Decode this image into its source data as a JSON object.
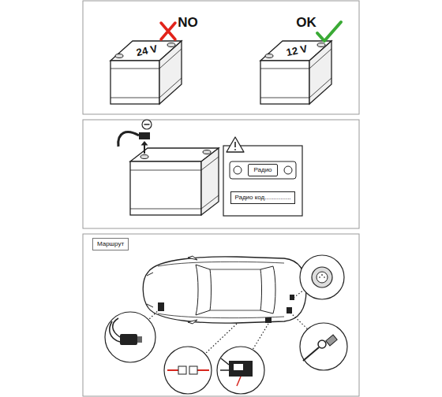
{
  "diagram": {
    "nodes": [
      {
        "text": [
          "Радио"
        ]
      },
      {
        "text": [
          "Радио код..............."
        ]
      },
      {
        "text": [
          "Маршрут"
        ]
      }
    ],
    "labels": [
      "NO",
      "24 V",
      "OK",
      "12 V"
    ]
  }
}
